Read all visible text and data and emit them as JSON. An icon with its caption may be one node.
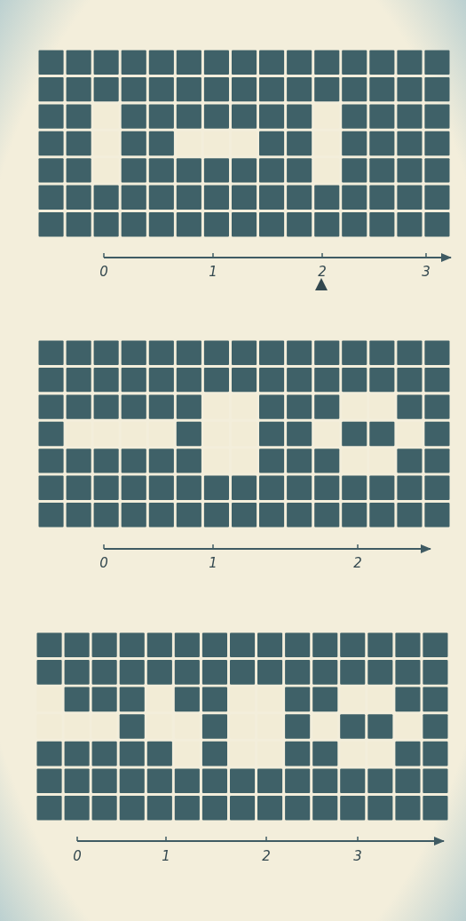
{
  "diagram": {
    "labels": [
      "0",
      "1",
      "2",
      "3",
      "0",
      "1",
      "2",
      "0",
      "1",
      "2",
      "3"
    ]
  }
}
